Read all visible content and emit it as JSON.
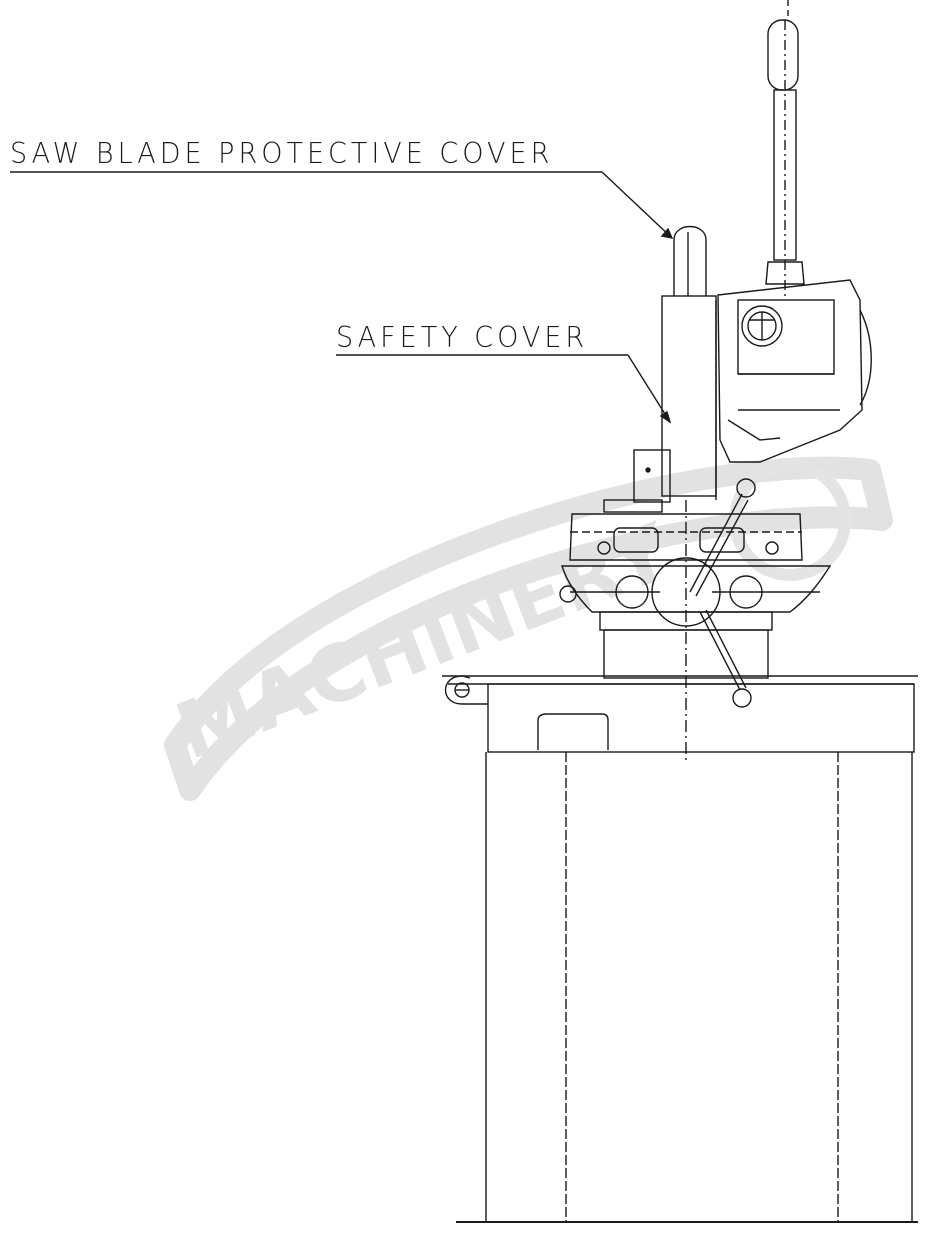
{
  "labels": {
    "saw_blade_cover": "SAW BLADE PROTECTIVE COVER",
    "safety_cover": "SAFETY COVER"
  },
  "watermark": {
    "text": "MACHINERY"
  },
  "colors": {
    "line": "#1a1a1a",
    "watermark": "#e2e2e2"
  },
  "icons": [
    "gauge-icon"
  ]
}
